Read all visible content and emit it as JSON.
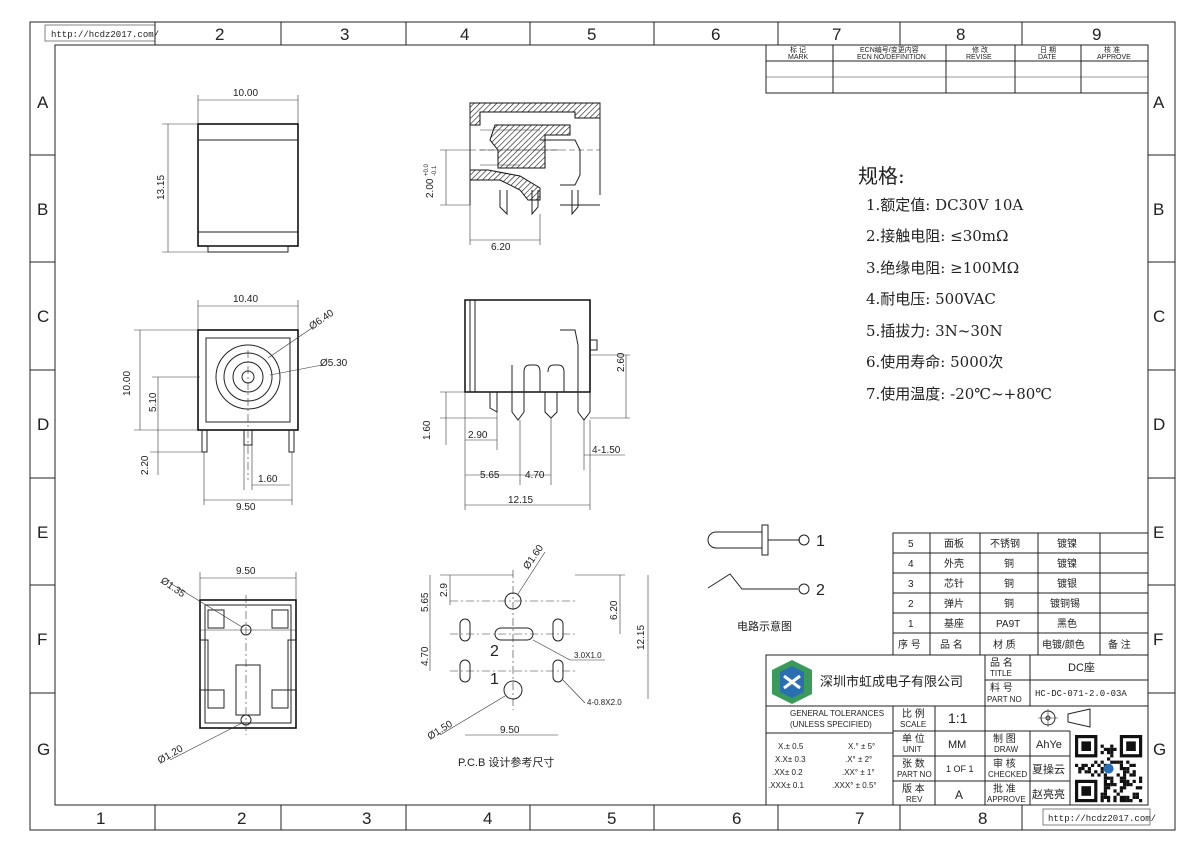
{
  "url_label": "http://hcdz2017.com/",
  "zones": {
    "top": [
      "2",
      "3",
      "4",
      "5",
      "6",
      "7",
      "8",
      "9"
    ],
    "bottom": [
      "1",
      "2",
      "3",
      "4",
      "5",
      "6",
      "7",
      "8"
    ],
    "left": [
      "A",
      "B",
      "C",
      "D",
      "E",
      "F",
      "G"
    ],
    "right": [
      "A",
      "B",
      "C",
      "D",
      "E",
      "F",
      "G"
    ]
  },
  "revision_headers": [
    {
      "cn": "标 记",
      "en": "MARK"
    },
    {
      "cn": "ECN编号/变更内容",
      "en": "ECN NO/DEFINITION"
    },
    {
      "cn": "修 改",
      "en": "REVISE"
    },
    {
      "cn": "日 期",
      "en": "DATE"
    },
    {
      "cn": "核 准",
      "en": "APPROVE"
    }
  ],
  "dims": {
    "top_w": "10.00",
    "top_h": "13.15",
    "front_w": "10.40",
    "front_h": "10.00",
    "front_51": "5.10",
    "front_22": "2.20",
    "front_16": "1.60",
    "front_95": "9.50",
    "d640": "Ø6.40",
    "d530": "Ø5.30",
    "sec_h": "2.00",
    "sec_tol_plus": "+0.0",
    "sec_tol_minus": "-0.1",
    "sec_w": "6.20",
    "side_260": "2.60",
    "side_160": "1.60",
    "side_290": "2.90",
    "side_4150": "4-1.50",
    "side_565": "5.65",
    "side_470": "4.70",
    "side_1215": "12.15",
    "bot_950": "9.50",
    "bot_d135": "Ø1.35",
    "bot_d120": "Ø1.20",
    "pcb_d160": "Ø1.60",
    "pcb_29": "2.9",
    "pcb_565": "5.65",
    "pcb_620": "6.20",
    "pcb_1215": "12.15",
    "pcb_470": "4.70",
    "pcb_slot": "3.0X1.0",
    "pcb_slot4": "4-0.8X2.0",
    "pcb_d150": "Ø1.50",
    "pcb_950": "9.50",
    "pcb_pin2": "2",
    "pcb_pin1": "1"
  },
  "pcb_caption": "P.C.B 设计参考尺寸",
  "specs": {
    "title": "规格:",
    "items": [
      "1.额定值: DC30V 10A",
      "2.接触电阻: ≤30mΩ",
      "3.绝缘电阻: ≥100MΩ",
      "4.耐电压: 500VAC",
      "5.插拔力: 3N~30N",
      "6.使用寿命: 5000次",
      "7.使用温度: -20℃~+80℃"
    ]
  },
  "circuit": {
    "pin1": "1",
    "pin2": "2",
    "caption": "电路示意图"
  },
  "bom": {
    "rows": [
      [
        "5",
        "面板",
        "不锈钢",
        "镀镍",
        ""
      ],
      [
        "4",
        "外壳",
        "铜",
        "镀镍",
        ""
      ],
      [
        "3",
        "芯针",
        "铜",
        "镀银",
        ""
      ],
      [
        "2",
        "弹片",
        "铜",
        "镀铜锡",
        ""
      ],
      [
        "1",
        "基座",
        "PA9T",
        "黑色",
        ""
      ]
    ],
    "header": [
      "序 号",
      "品 名",
      "材 质",
      "电镀/颜色",
      "备 注"
    ]
  },
  "title_block": {
    "company": "深圳市虹成电子有限公司",
    "name_cn": "品 名",
    "name_en": "TITLE",
    "name_val": "DC座",
    "part_cn": "料 号",
    "part_en": "PART NO",
    "part_val": "HC-DC-071-2.0-03A",
    "tol_title": "GENERAL TOLERANCES",
    "tol_sub": "(UNLESS SPECIFIED)",
    "tol_lin": [
      "X.± 0.5",
      "X.X± 0.3",
      ".XX± 0.2",
      ".XXX± 0.1"
    ],
    "tol_ang": [
      "X.° ± 5°",
      ".X° ± 2°",
      ".XX° ± 1°",
      ".XXX° ± 0.5°"
    ],
    "scale_cn": "比 例",
    "scale_en": "SCALE",
    "scale_val": "1:1",
    "unit_cn": "单 位",
    "unit_en": "UNIT",
    "unit_val": "MM",
    "sheet_cn": "张 数",
    "sheet_en": "PART NO",
    "sheet_val": "1 OF 1",
    "rev_cn": "版 本",
    "rev_en": "REV",
    "rev_val": "A",
    "draw_cn": "制 图",
    "draw_en": "DRAW",
    "draw_val": "AhYe",
    "check_cn": "审 核",
    "check_en": "CHECKED",
    "check_val": "夏操云",
    "appr_cn": "批 准",
    "appr_en": "APPROVE",
    "appr_val": "赵亮亮"
  }
}
